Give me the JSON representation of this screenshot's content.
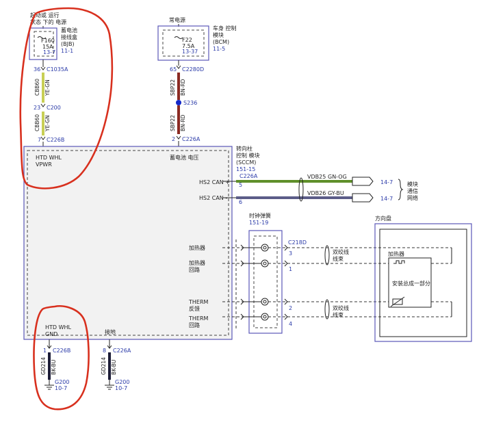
{
  "top_left": {
    "ignition_label_1": "起动或 运行",
    "ignition_label_2": "状态 下的 电源",
    "fuse_box_label_1": "蓄电池",
    "fuse_box_label_2": "接线盒",
    "fuse_box_label_3": "(BJB)",
    "fuse_box_ref": "11-1",
    "fuse_name": "F160",
    "fuse_rating": "15A",
    "fuse_ref": "13-7",
    "pin_a": "36",
    "conn_a": "C1035A",
    "wire_a_circuit": "CBB60",
    "wire_a_color": "YE-GN",
    "pin_b": "23",
    "conn_b": "C200",
    "wire_b_circuit": "CBB60",
    "wire_b_color": "YE-GN",
    "pin_c": "7",
    "conn_c": "C226B"
  },
  "top_mid": {
    "power_label": "常电源",
    "bcm_label_1": "车身 控制",
    "bcm_label_2": "模块",
    "bcm_label_3": "(BCM)",
    "bcm_ref": "11-5",
    "fuse_name": "F22",
    "fuse_rating": "7.5A",
    "fuse_ref": "13-37",
    "pin_a": "65",
    "conn_a": "C2280D",
    "wire_a_circuit": "SBP22",
    "wire_a_color": "BN-RD",
    "splice": "S236",
    "wire_b_circuit": "SBP22",
    "wire_b_color": "BN-RD",
    "pin_c": "2",
    "conn_c": "C226A"
  },
  "module": {
    "htd_whl_vpwr_1": "HTD WHL",
    "htd_whl_vpwr_2": "VPWR",
    "battery_voltage": "蓄电池 电压",
    "sccm_1": "转向柱",
    "sccm_2": "控制 模块",
    "sccm_3": "(SCCM)",
    "sccm_ref": "151-15",
    "hs2_can_plus": "HS2 CAN +",
    "hs2_can_minus": "HS2 CAN -",
    "heater": "加热器",
    "heater_return_1": "加热器",
    "heater_return_2": "回路",
    "therm_fb_1": "THERM",
    "therm_fb_2": "反馈",
    "therm_ret_1": "THERM",
    "therm_ret_2": "回路",
    "htd_whl_gnd_1": "HTD WHL",
    "htd_whl_gnd_2": "GND",
    "ground_label": "接地"
  },
  "can": {
    "conn": "C226A",
    "pin_plus": "5",
    "pin_minus": "6",
    "circuit_1": "VDB25",
    "color_1": "GN-OG",
    "circuit_2": "VDB26",
    "color_2": "GY-BU",
    "ref_1": "14-7",
    "ref_2": "14-7",
    "network_1": "模块",
    "network_2": "通信",
    "network_3": "网络"
  },
  "clockspring": {
    "label": "时钟弹簧",
    "ref": "151-19",
    "conn": "C218D",
    "pin_1": "3",
    "pin_2": "1",
    "pin_3": "2",
    "pin_4": "4",
    "twisted_1a": "双绞线",
    "twisted_1b": "线束",
    "twisted_2a": "双绞线",
    "twisted_2b": "线束"
  },
  "wheel": {
    "label": "方向盘",
    "heater": "加热器",
    "assembly": "安装总成一部分"
  },
  "grounds": {
    "left_pin": "1",
    "left_conn": "C226B",
    "left_circuit": "GD214",
    "left_color": "BK-BU",
    "left_ground": "G200",
    "left_ref": "10-7",
    "right_pin": "8",
    "right_conn": "C226A",
    "right_circuit": "GD214",
    "right_color": "BK-BU",
    "right_ground": "G200",
    "right_ref": "10-7"
  },
  "colors": {
    "wire_yellow_green": "#c8cf55",
    "wire_brown_red": "#8b2a22",
    "wire_green_orange": "#5f8f2a",
    "wire_gray_blue": "#5b5c88",
    "wire_black_blue": "#1d1d38",
    "splice_dot": "#1428c8",
    "annotation_red": "#d8301e",
    "ref_blue": "#2a3aa8"
  }
}
